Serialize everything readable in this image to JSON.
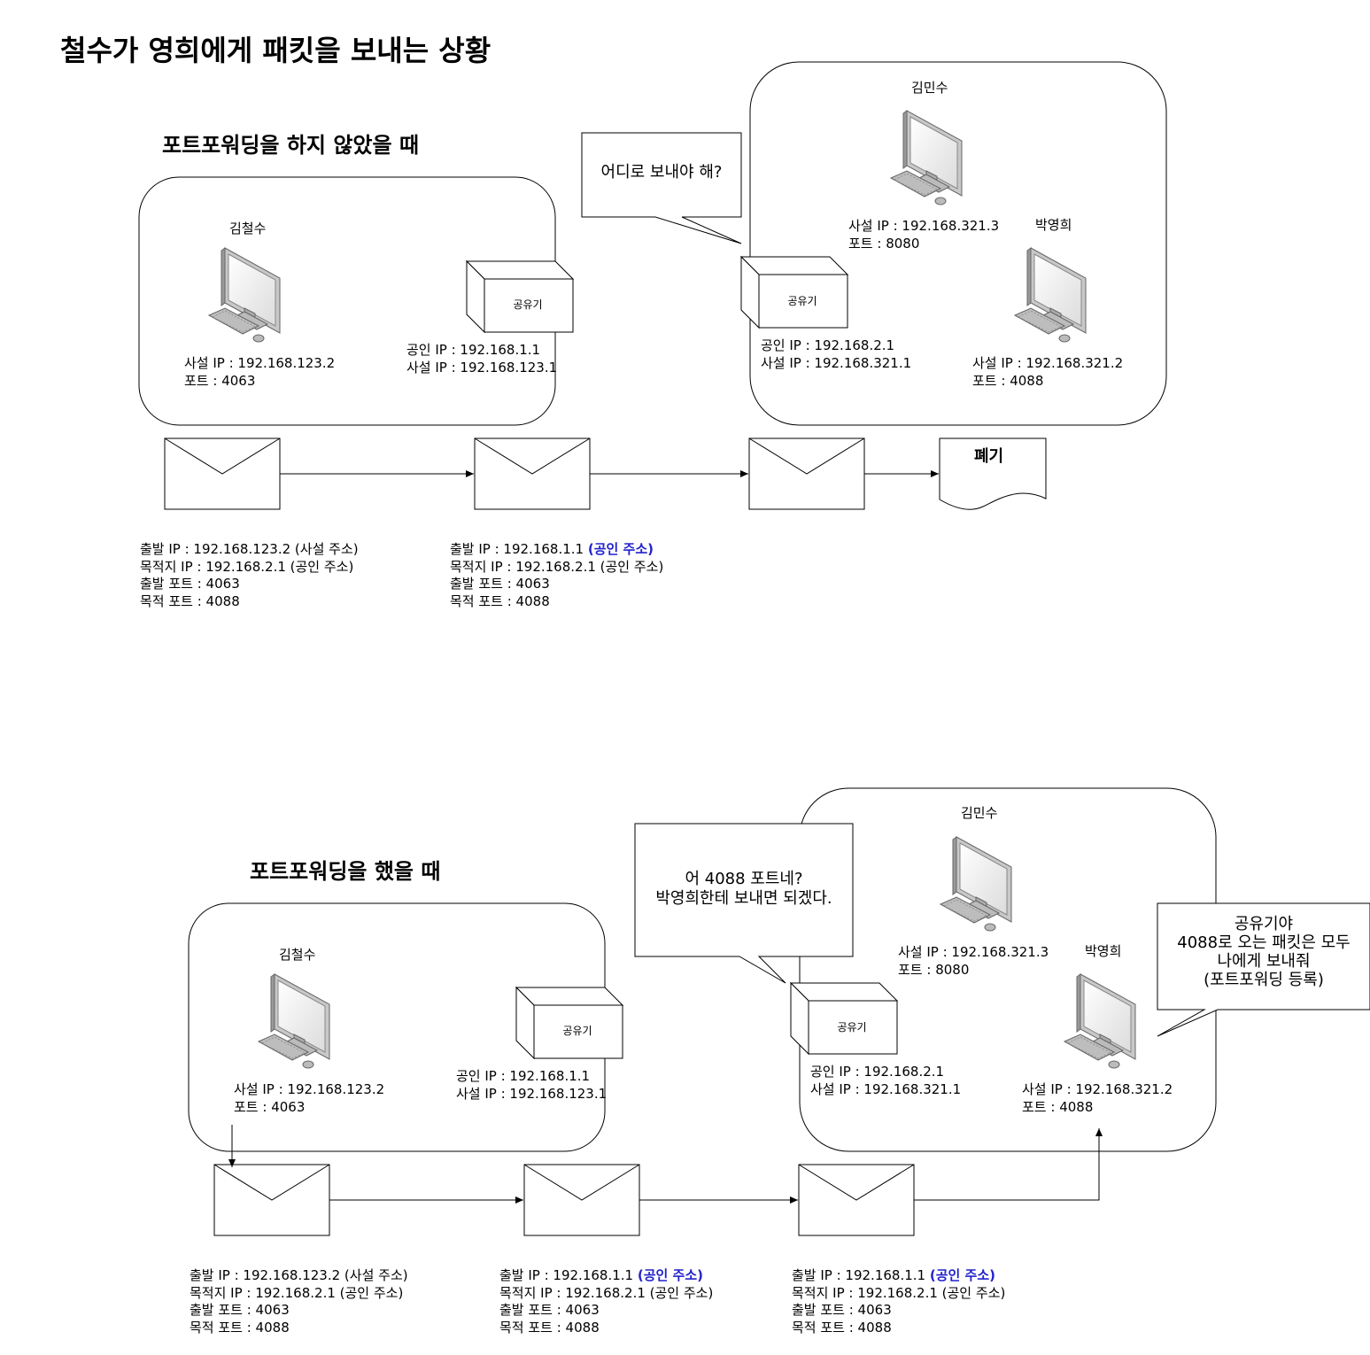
{
  "title": "철수가 영희에게 패킷을 보내는 상황",
  "scenario1": {
    "heading": "포트포워딩을 하지 않았을 때",
    "sender": {
      "name": "김철수",
      "ip": "사설 IP : 192.168.123.2",
      "port": "포트 : 4063"
    },
    "sender_router": {
      "label": "공유기",
      "public_ip": "공인 IP : 192.168.1.1",
      "private_ip": "사설 IP : 192.168.123.1"
    },
    "receiver_router": {
      "label": "공유기",
      "public_ip": "공인 IP : 192.168.2.1",
      "private_ip": "사설 IP : 192.168.321.1"
    },
    "pc_minsu": {
      "name": "김민수",
      "ip": "사설 IP : 192.168.321.3",
      "port": "포트 : 8080"
    },
    "pc_younghee": {
      "name": "박영희",
      "ip": "사설 IP : 192.168.321.2",
      "port": "포트 : 4088"
    },
    "callout": "어디로 보내야 해?",
    "discard": "폐기",
    "packet1": {
      "src_ip": "출발 IP : 192.168.123.2 (사설 주소)",
      "dst_ip": "목적지 IP : 192.168.2.1 (공인 주소)",
      "src_port": "출발 포트 : 4063",
      "dst_port": "목적 포트 : 4088"
    },
    "packet2": {
      "src_ip_prefix": "출발 IP : 192.168.1.1 ",
      "src_ip_tag": "(공인 주소)",
      "dst_ip": "목적지 IP : 192.168.2.1 (공인 주소)",
      "src_port": "출발 포트 : 4063",
      "dst_port": "목적 포트 : 4088"
    }
  },
  "scenario2": {
    "heading": "포트포워딩을 했을 때",
    "sender": {
      "name": "김철수",
      "ip": "사설 IP : 192.168.123.2",
      "port": "포트 : 4063"
    },
    "sender_router": {
      "label": "공유기",
      "public_ip": "공인 IP : 192.168.1.1",
      "private_ip": "사설 IP : 192.168.123.1"
    },
    "receiver_router": {
      "label": "공유기",
      "public_ip": "공인 IP : 192.168.2.1",
      "private_ip": "사설 IP : 192.168.321.1"
    },
    "pc_minsu": {
      "name": "김민수",
      "ip": "사설 IP : 192.168.321.3",
      "port": "포트 : 8080"
    },
    "pc_younghee": {
      "name": "박영희",
      "ip": "사설 IP : 192.168.321.2",
      "port": "포트 : 4088"
    },
    "callout_router": {
      "line1": "어 4088 포트네?",
      "line2": "박영희한테 보내면 되겠다."
    },
    "callout_younghee": {
      "line1": "공유기야",
      "line2": "4088로 오는 패킷은 모두",
      "line3": "나에게 보내줘",
      "line4": "(포트포워딩 등록)"
    },
    "packet1": {
      "src_ip": "출발 IP : 192.168.123.2 (사설 주소)",
      "dst_ip": "목적지 IP : 192.168.2.1 (공인 주소)",
      "src_port": "출발 포트 : 4063",
      "dst_port": "목적 포트 : 4088"
    },
    "packet2": {
      "src_ip_prefix": "출발 IP : 192.168.1.1 ",
      "src_ip_tag": "(공인 주소)",
      "dst_ip": "목적지 IP : 192.168.2.1 (공인 주소)",
      "src_port": "출발 포트 : 4063",
      "dst_port": "목적 포트 : 4088"
    },
    "packet3": {
      "src_ip_prefix": "출발 IP : 192.168.1.1 ",
      "src_ip_tag": "(공인 주소)",
      "dst_ip": "목적지 IP : 192.168.2.1 (공인 주소)",
      "src_port": "출발 포트 : 4063",
      "dst_port": "목적 포트 : 4088"
    }
  }
}
